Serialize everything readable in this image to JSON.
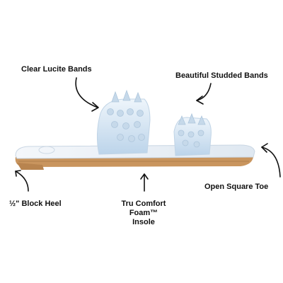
{
  "callouts": {
    "clear_bands": "Clear Lucite Bands",
    "studded_bands": "Beautiful Studded Bands",
    "square_toe": "Open Square Toe",
    "block_heel": "½\" Block Heel",
    "insole_line1": "Tru Comfort Foam™",
    "insole_line2": "Insole"
  },
  "colors": {
    "background": "#ffffff",
    "sole": "#c9955e",
    "footbed": "#e4ecf4",
    "band": "#d7e8f6",
    "stud": "#c6d9ea",
    "text": "#111111"
  },
  "icons": [
    "curved-arrow-icon"
  ]
}
